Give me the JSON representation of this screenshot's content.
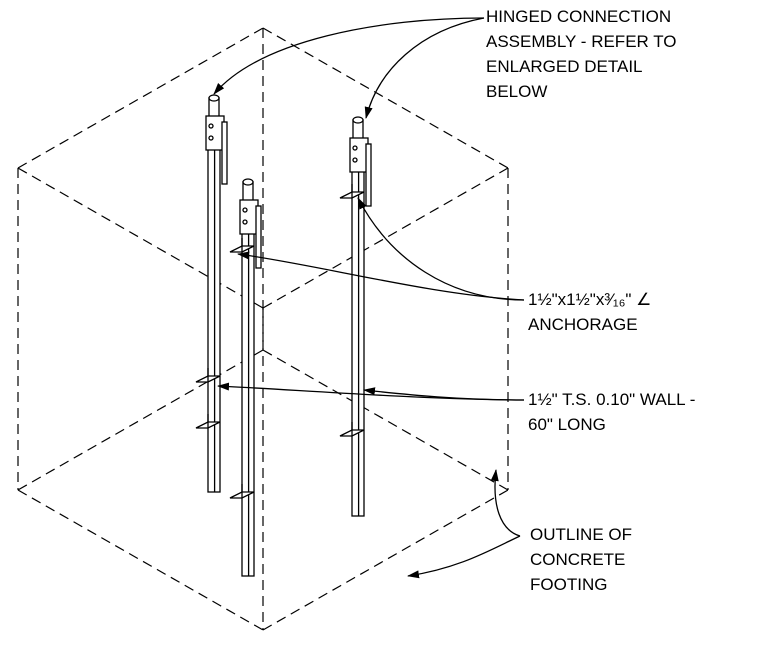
{
  "colors": {
    "ink": "#000000",
    "paper": "#ffffff"
  },
  "callouts": {
    "hinged_connection": {
      "lines": [
        "HINGED CONNECTION",
        "ASSEMBLY - REFER TO",
        "ENLARGED DETAIL",
        "BELOW"
      ]
    },
    "anchorage": {
      "lines": [
        "1½\"x1½\"x³⁄₁₆\" ∠",
        "ANCHORAGE"
      ]
    },
    "tube_steel": {
      "lines": [
        "1½\" T.S. 0.10\" WALL -",
        "60\" LONG"
      ]
    },
    "footing_outline": {
      "lines": [
        "OUTLINE OF",
        "CONCRETE",
        "FOOTING"
      ]
    }
  }
}
